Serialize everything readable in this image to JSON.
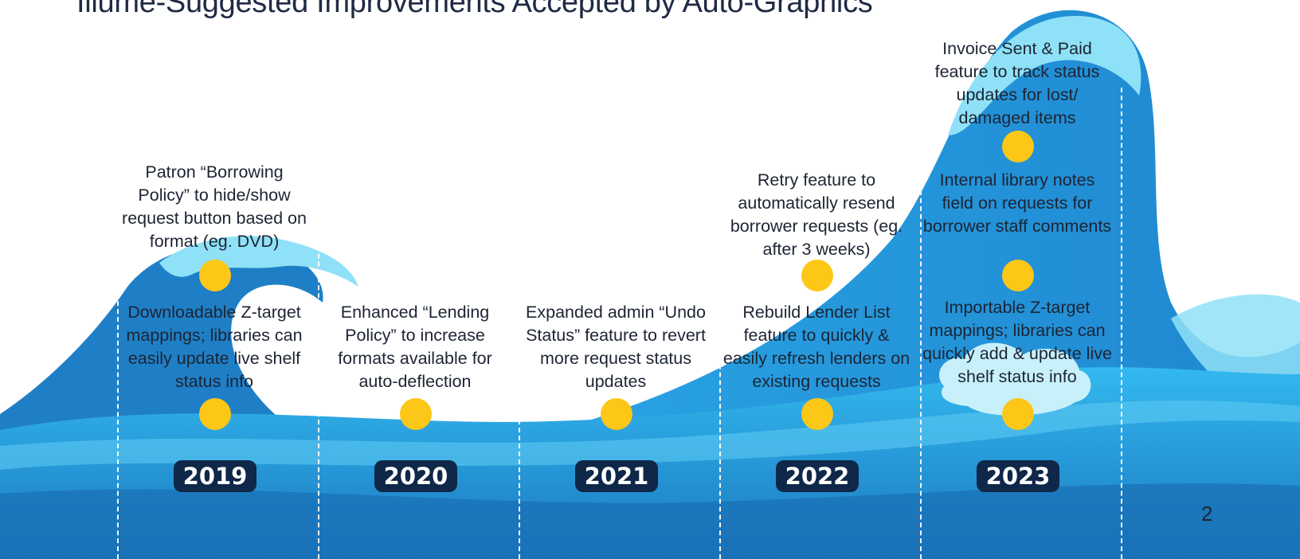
{
  "title": "Illume-Suggested Improvements Accepted by Auto-Graphics",
  "page_number": "2",
  "colors": {
    "dot": "#fcc717",
    "year_badge": "#0f2748",
    "wave_dark": "#1f7fc6",
    "wave_mid": "#2ea4e3",
    "wave_light": "#8fe1f7"
  },
  "years": [
    {
      "label": "2019",
      "items": [
        "Downloadable Z-target mappings; libraries can easily update live shelf status info",
        "Patron “Borrowing Policy” to hide/show request button based on format (eg. DVD)"
      ]
    },
    {
      "label": "2020",
      "items": [
        "Enhanced “Lending Policy” to increase formats available for auto-deflection"
      ]
    },
    {
      "label": "2021",
      "items": [
        "Expanded admin “Undo Status” feature to revert more request status updates"
      ]
    },
    {
      "label": "2022",
      "items": [
        "Rebuild Lender List feature to quickly & easily refresh lenders on existing requests",
        "Retry feature to automatically resend borrower requests (eg. after 3 weeks)"
      ]
    },
    {
      "label": "2023",
      "items": [
        "Importable Z-target mappings; libraries can quickly add & update live shelf status info",
        "Internal library notes field on requests for borrower staff comments",
        "Invoice Sent & Paid feature to track status updates for lost/ damaged items"
      ]
    }
  ]
}
